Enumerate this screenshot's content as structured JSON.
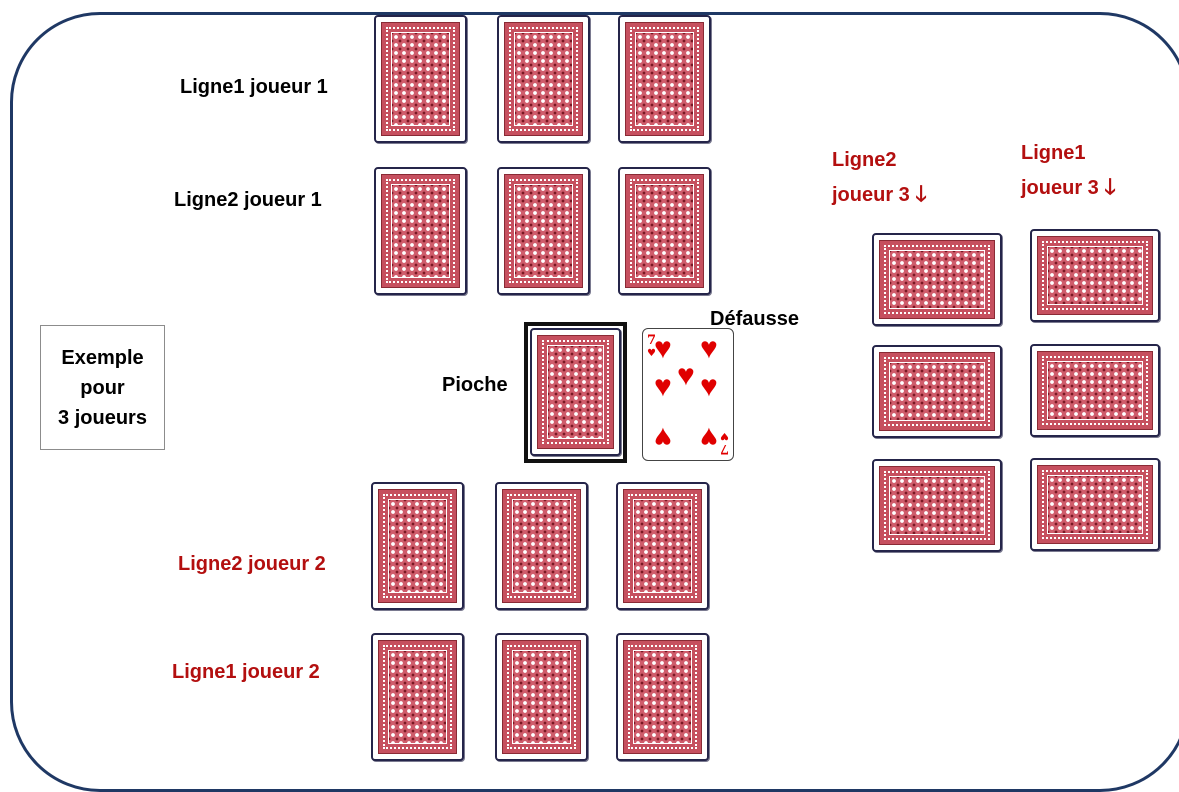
{
  "labels": {
    "ligne1_j1": "Ligne1 joueur 1",
    "ligne2_j1": "Ligne2 joueur 1",
    "ligne2_j2": "Ligne2 joueur 2",
    "ligne1_j2": "Ligne1 joueur 2",
    "ligne2_j3_a": "Ligne2",
    "ligne2_j3_b": "joueur 3",
    "ligne1_j3_a": "Ligne1",
    "ligne1_j3_b": "joueur 3",
    "arrow": "🡓",
    "pioche": "Pioche",
    "defausse": "Défausse"
  },
  "example_box": "Exemple\npour\n3 joueurs",
  "discard_card": {
    "rank": "7",
    "suit": "♥",
    "color": "#e00000"
  },
  "colors": {
    "border": "#1f3864",
    "red_label": "#b30f0f",
    "card_back": "#c6505f"
  }
}
